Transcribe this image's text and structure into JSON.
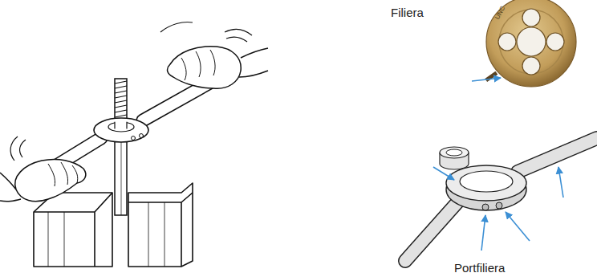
{
  "diagram": {
    "labels": [
      "Filiera",
      "UNC",
      "Portfiliera"
    ]
  }
}
